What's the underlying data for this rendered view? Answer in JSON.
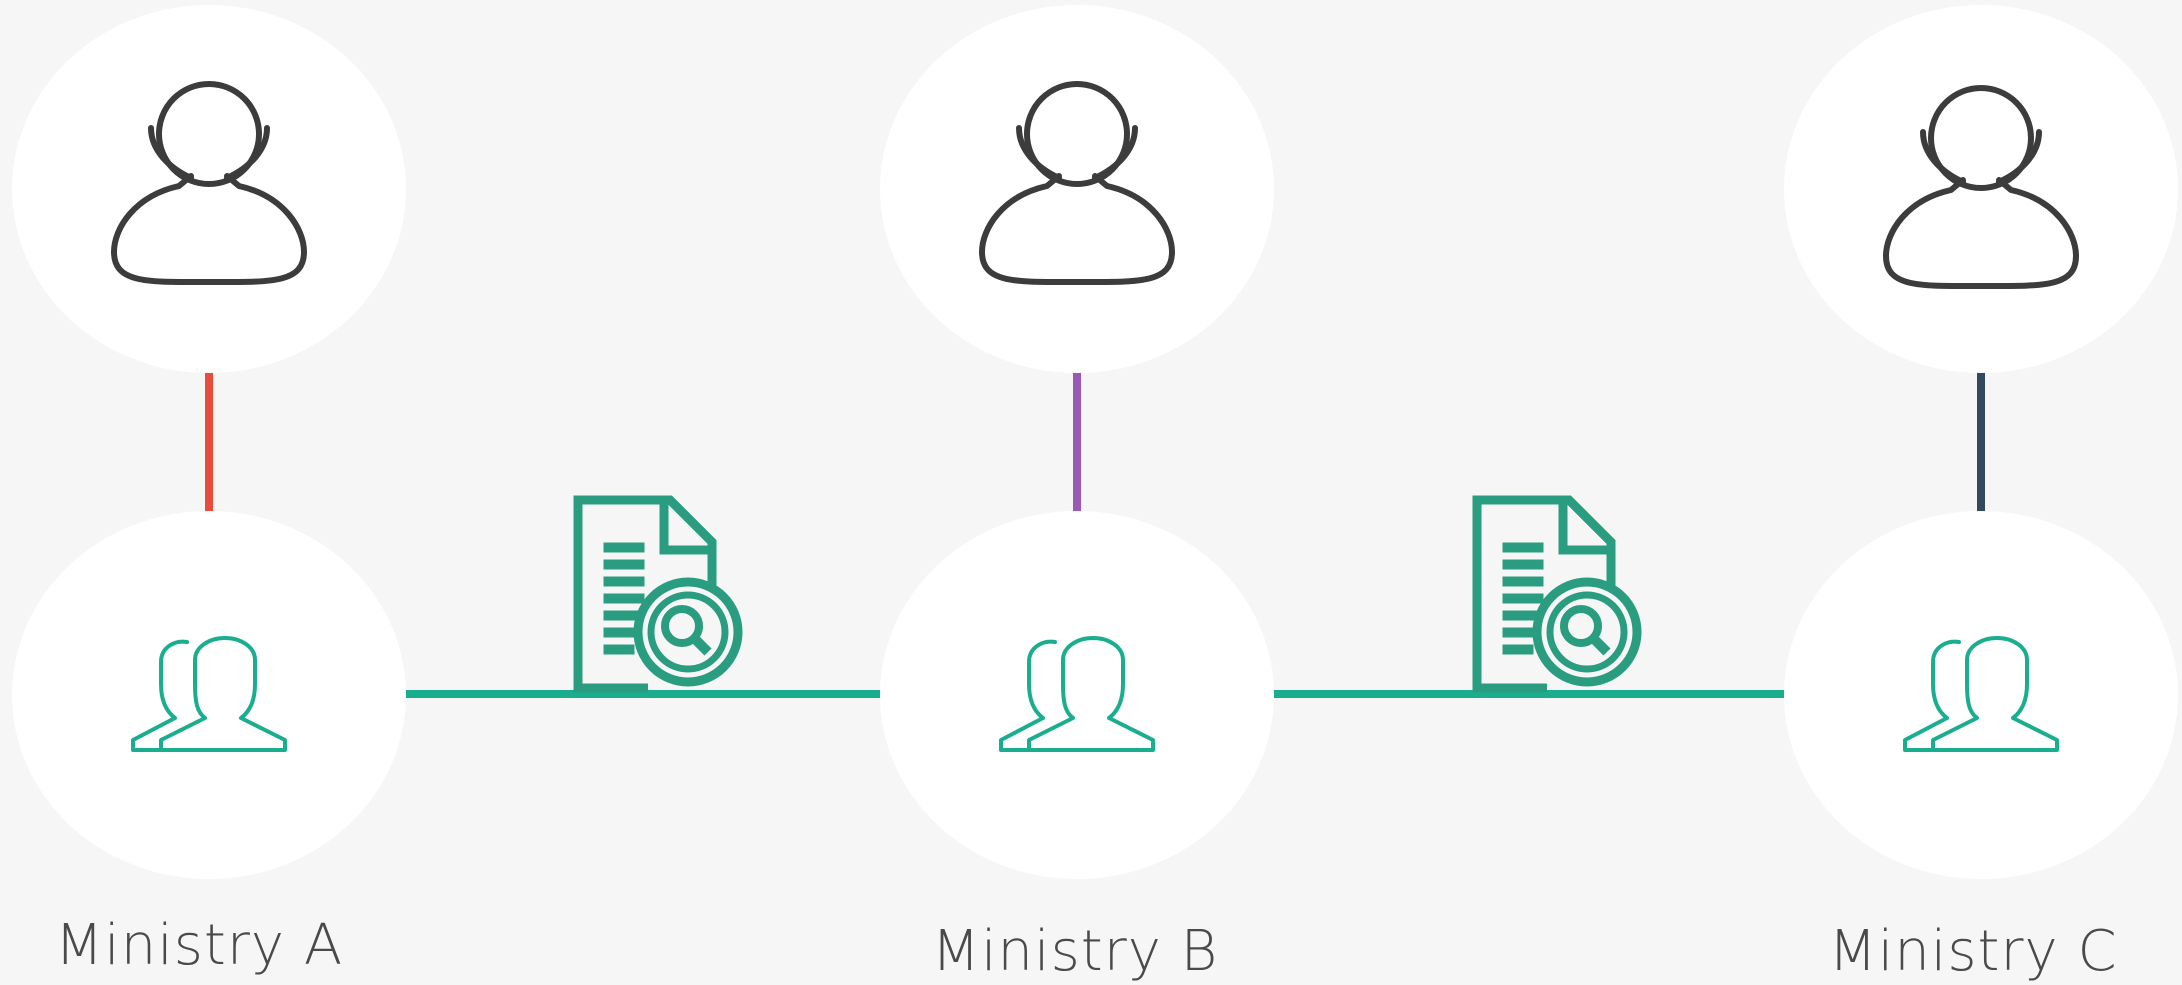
{
  "ministries": [
    {
      "label": "Ministry A",
      "connector_color": "#e74c3c"
    },
    {
      "label": "Ministry B",
      "connector_color": "#9b59b6"
    },
    {
      "label": "Ministry C",
      "connector_color": "#34495e"
    }
  ],
  "colors": {
    "background": "#f6f6f6",
    "node_fill": "#ffffff",
    "person_icon_stroke": "#3c3c3c",
    "accent": "#1aae8f",
    "document_icon": "#2a9d80",
    "label_text": "#4a4a4a"
  },
  "icons": {
    "top_nodes": "user-icon",
    "bottom_nodes": "group-icon",
    "between_nodes": "document-search-icon"
  }
}
